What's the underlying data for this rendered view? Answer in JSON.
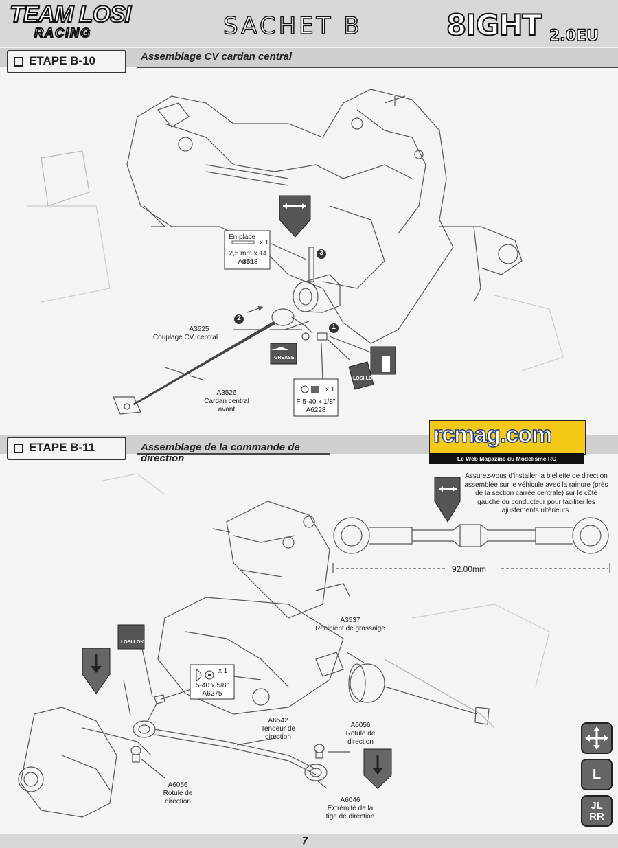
{
  "header": {
    "brand_line1": "TEAM LOSI",
    "brand_line2": "RACING",
    "bag_title": "SACHET B",
    "model_main": "8IGHT",
    "model_sub": "2.0EU"
  },
  "steps": [
    {
      "number": "ETAPE B-10",
      "title": "Assemblage CV cardan central",
      "labels": {
        "en_place": "En place",
        "pin_qty": "x 1",
        "pin_size": "2,5 mm x 14 mm",
        "pin_part": "A3518",
        "cv_part": "A3525",
        "cv_name": "Couplage CV, central",
        "shaft_part": "A3526",
        "shaft_name_1": "Cardan central",
        "shaft_name_2": "avant",
        "screw_qty": "x 1",
        "screw_size": "F 5-40 x 1/8\"",
        "screw_part": "A6228",
        "grease": "GREASE",
        "losilok": "LOSI-LOK",
        "callout_1": "1",
        "callout_2": "2",
        "callout_3": "3"
      }
    },
    {
      "number": "ETAPE B-11",
      "title_line1": "Assemblage de la commande de",
      "title_line2": "direction",
      "note": "Assurez-vous d'installer la biellette de direction assemblée sur le véhicule avec la rainure (près de la section carrée centrale) sur le côté gauche du conducteur pour faciliter les ajustements ultérieurs.",
      "dimension": "92.00mm",
      "labels": {
        "losilok": "LOSI-LOK",
        "screw_qty": "x 1",
        "screw_size": "5-40 x 5/8\"",
        "screw_part": "A6275",
        "cup_part": "A3537",
        "cup_name": "Récipient de grassaige",
        "tb_part": "A6542",
        "tb_name_1": "Tendeur de",
        "tb_name_2": "direction",
        "ball_r_part": "A6056",
        "ball_r_name_1": "Rotule de",
        "ball_r_name_2": "direction",
        "ball_l_part": "A6056",
        "ball_l_name_1": "Rotule de",
        "ball_l_name_2": "direction",
        "end_part": "A6046",
        "end_name_1": "Extrémité de la",
        "end_name_2": "tige de direction"
      }
    }
  ],
  "watermark": {
    "name": "rcmag.com",
    "tagline": "Le Web Magazine du Modelisme RC"
  },
  "side_icons": [
    "move-arrows-icon",
    "L",
    "JL RR"
  ],
  "side_icon_labels": {
    "l_icon": "L",
    "lr_top": "JL",
    "lr_bottom": "RR"
  },
  "page_number": "7"
}
